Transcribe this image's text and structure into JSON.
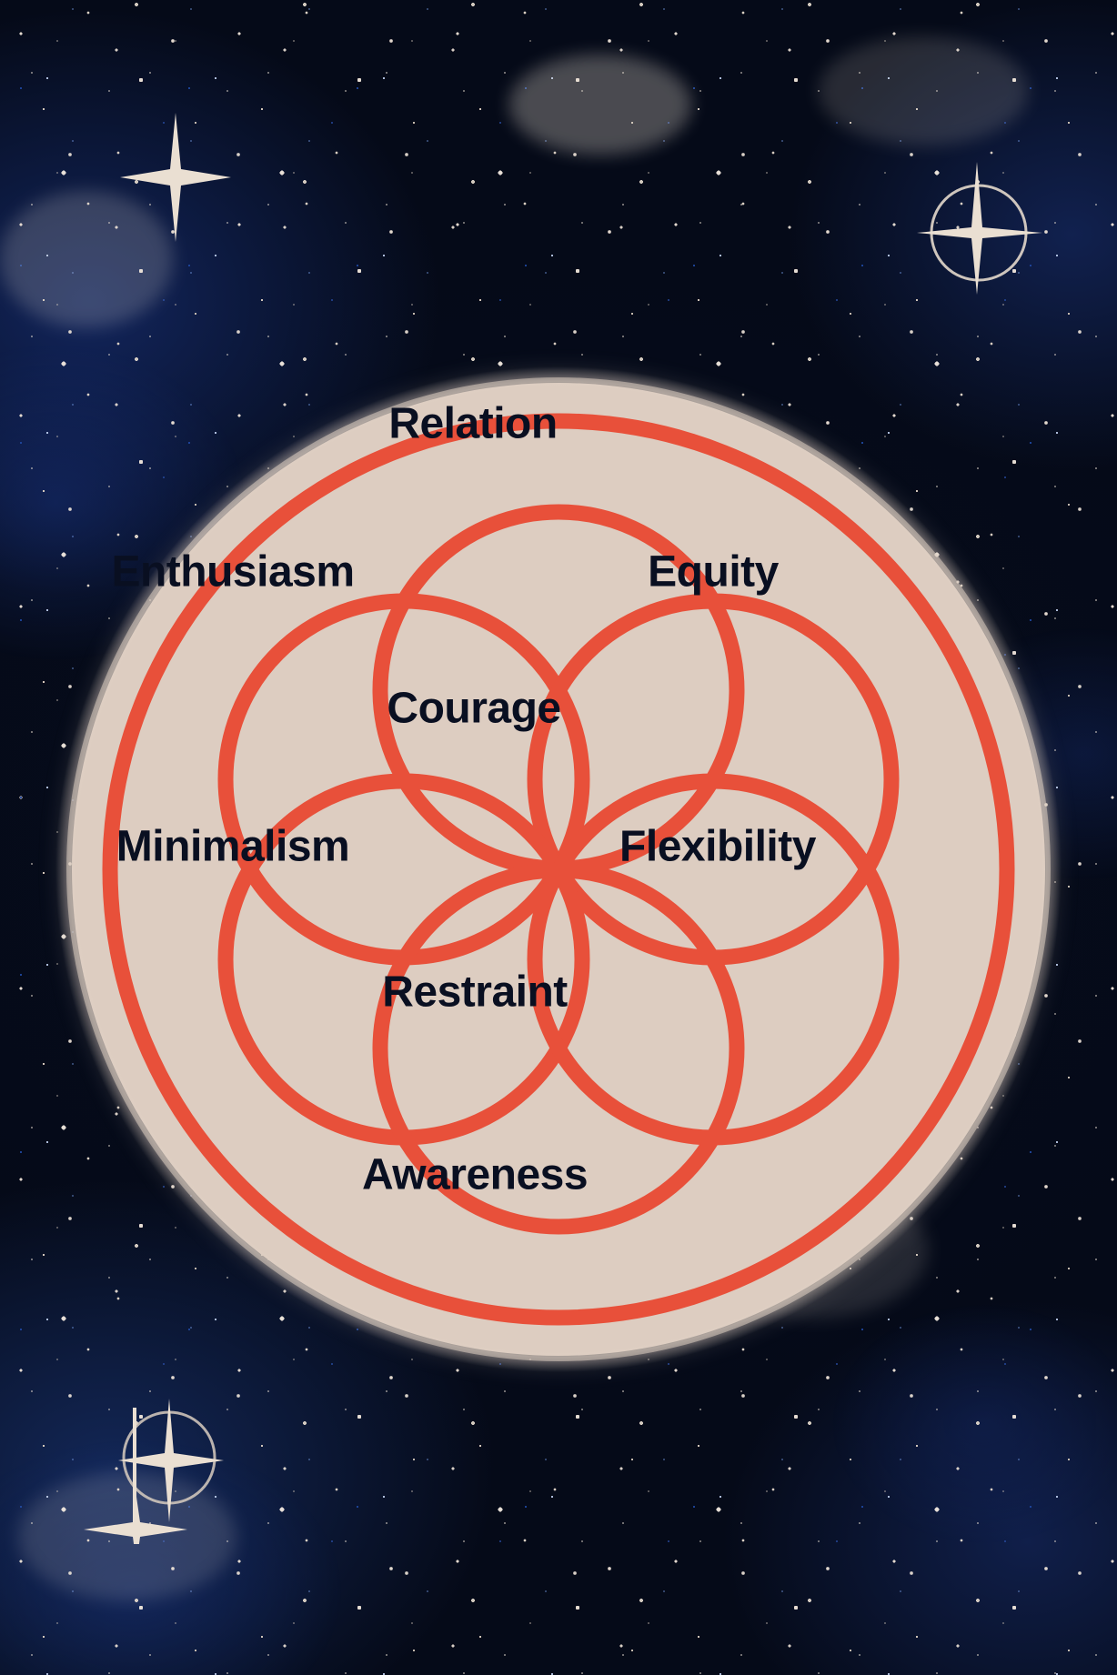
{
  "meta": {
    "title": "Values Venn Diagram Poster",
    "colors": {
      "sky": "#060c1e",
      "nebula_blue": "#1e3c96",
      "star_cream": "#efe4d8",
      "disc_cream": "#ddcdc1",
      "ring_red": "#e8503a",
      "label_navy": "#090f21"
    }
  },
  "diagram": {
    "type": "venn-flower",
    "ring_count": 6,
    "outer_ring": {
      "name": "outer-boundary-ring"
    },
    "labels": [
      {
        "id": "relation",
        "text": "Relation",
        "position": "top"
      },
      {
        "id": "enthusiasm",
        "text": "Enthusiasm",
        "position": "upper-left"
      },
      {
        "id": "equity",
        "text": "Equity",
        "position": "upper-right"
      },
      {
        "id": "courage",
        "text": "Courage",
        "position": "center"
      },
      {
        "id": "minimalism",
        "text": "Minimalism",
        "position": "lower-left"
      },
      {
        "id": "flexibility",
        "text": "Flexibility",
        "position": "lower-right"
      },
      {
        "id": "restraint",
        "text": "Restraint",
        "position": "bottom"
      },
      {
        "id": "awareness",
        "text": "Awareness",
        "position": "bottom-outer"
      }
    ]
  },
  "decorations": [
    {
      "id": "sparkle-top-left",
      "icon": "four-point-star-icon"
    },
    {
      "id": "sparkle-top-right",
      "icon": "four-point-star-ringed-icon"
    },
    {
      "id": "sparkle-bottom-left-a",
      "icon": "four-point-star-ringed-icon"
    },
    {
      "id": "sparkle-bottom-left-b",
      "icon": "four-point-star-icon"
    }
  ]
}
